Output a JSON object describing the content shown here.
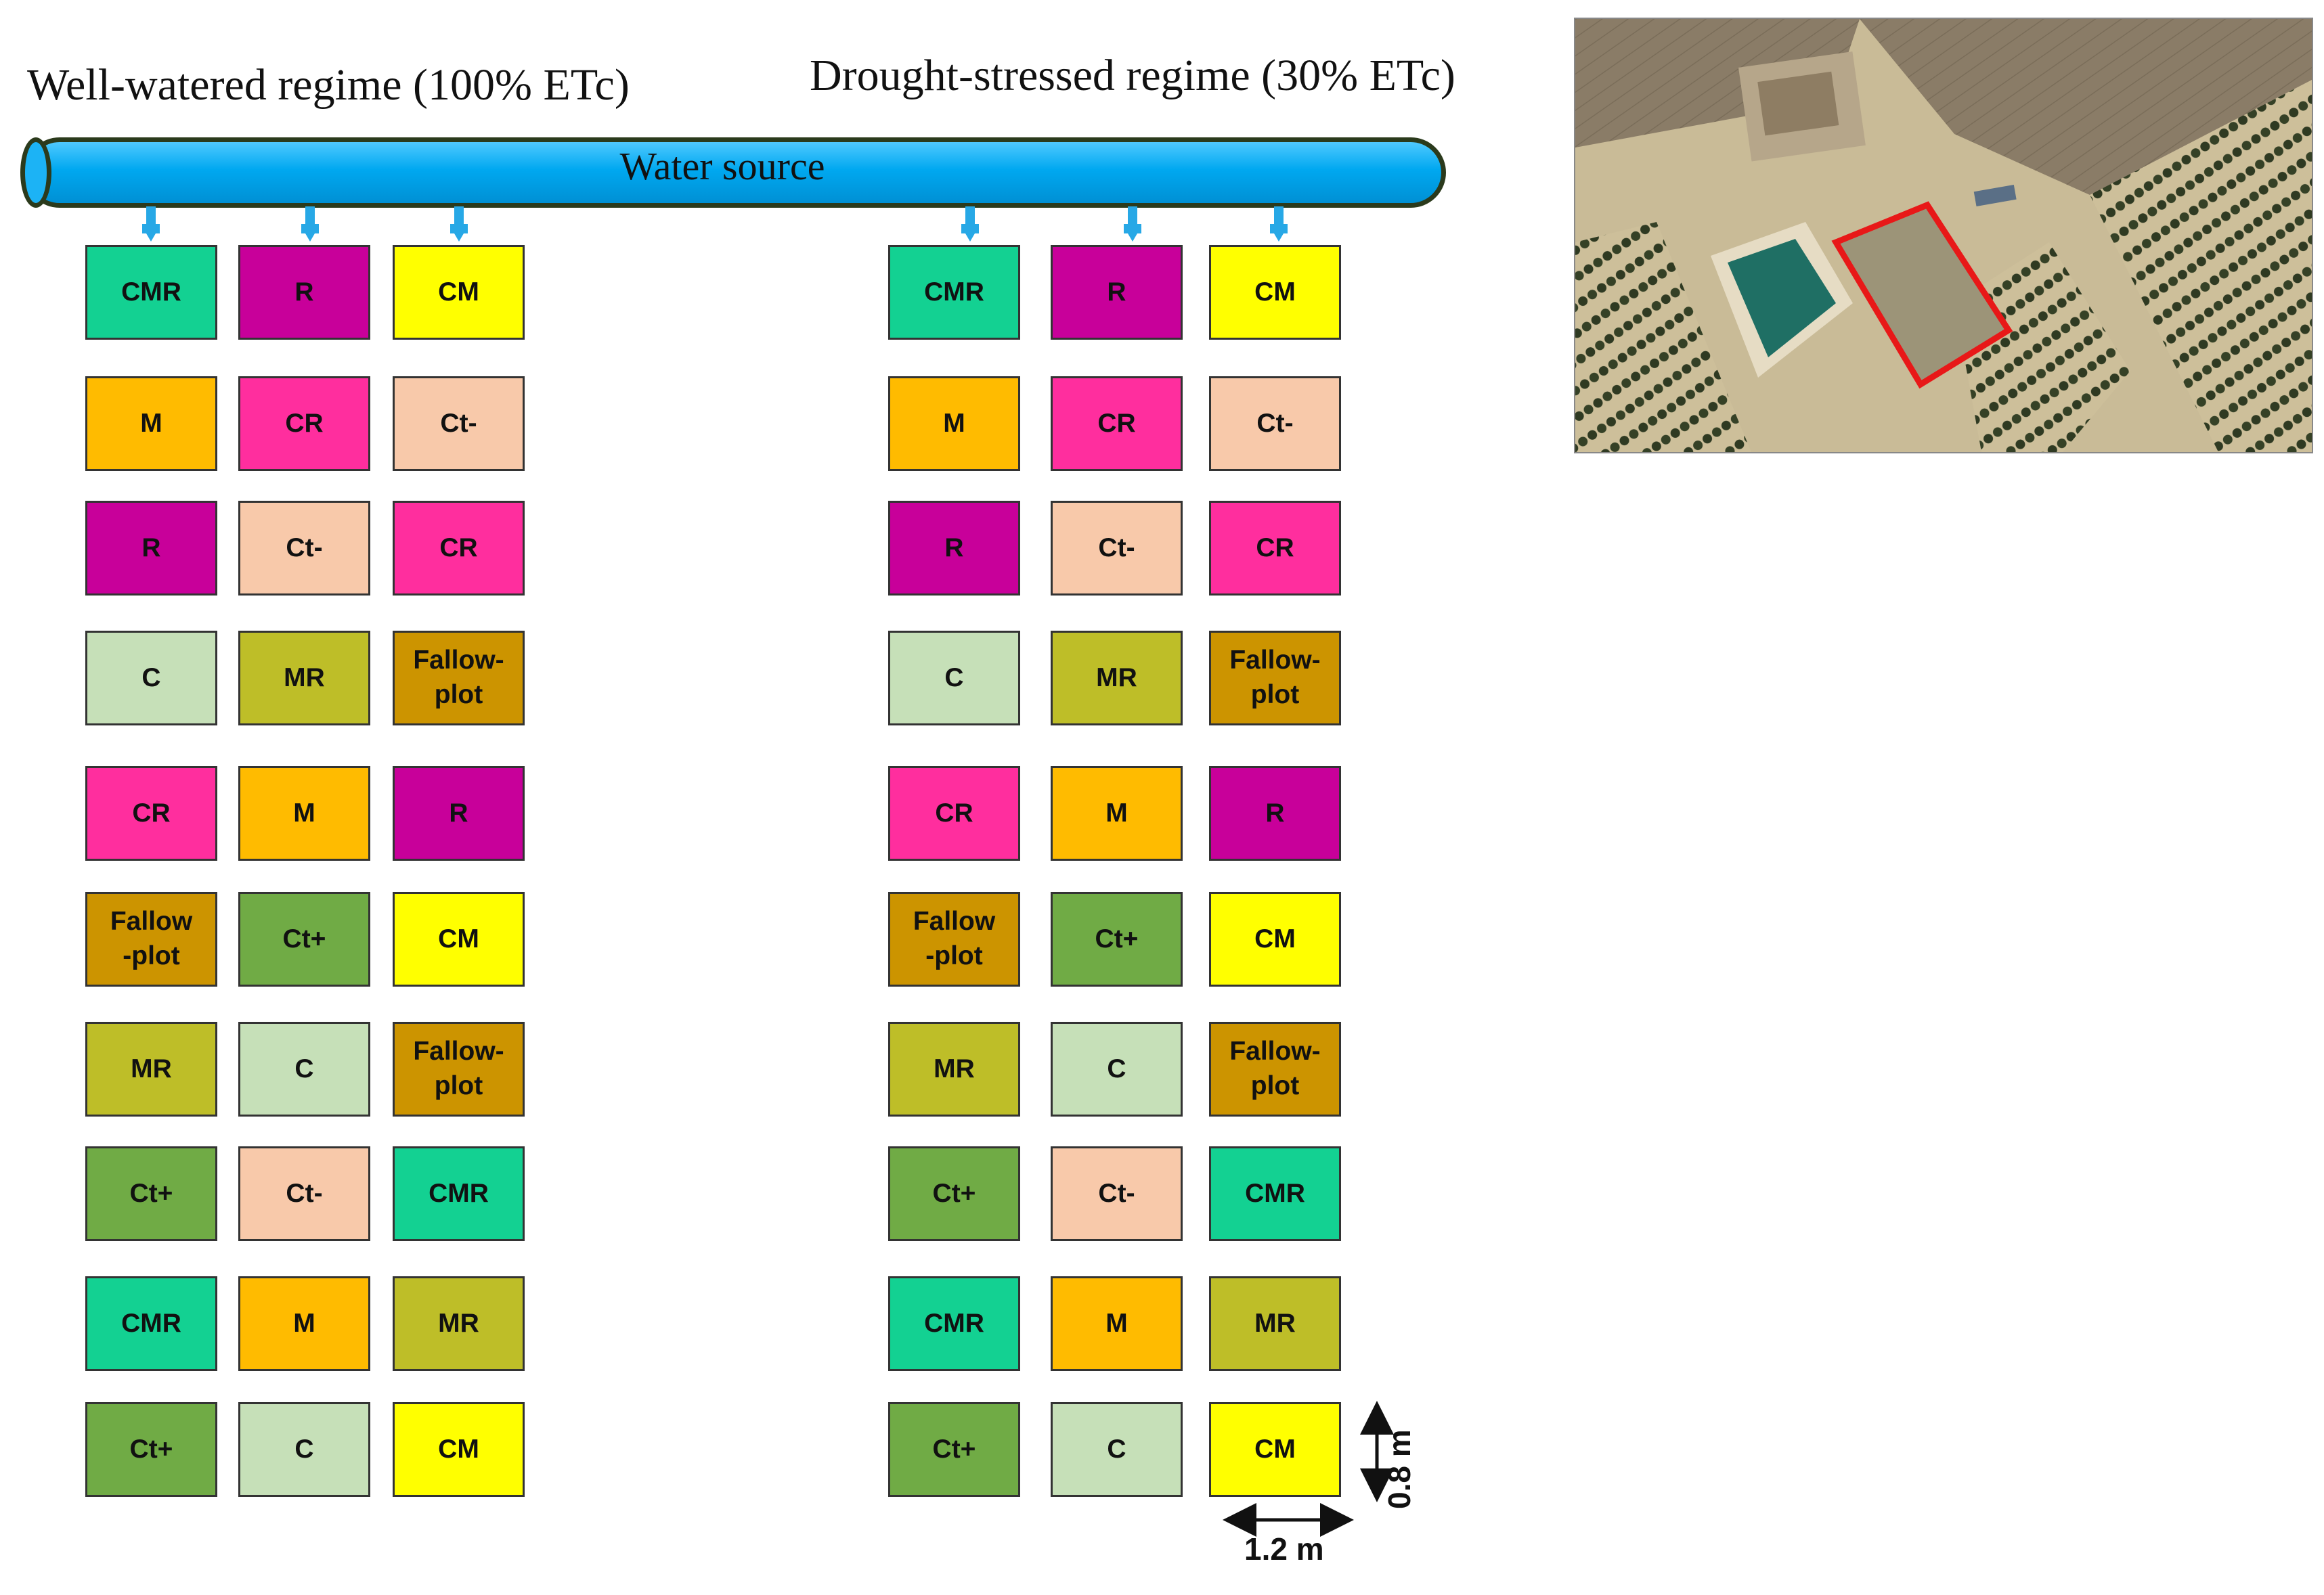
{
  "regimes": {
    "well_watered": "Well-watered regime (100% ETc)",
    "drought_stressed": "Drought-stressed regime (30% ETc)"
  },
  "pipe_label": "Water source",
  "colors": {
    "CMR": "#13d192",
    "R": "#c8009a",
    "CM": "#ffff00",
    "M": "#ffbb00",
    "CR": "#ff2e9e",
    "Ct-": "#f8c9aa",
    "C": "#c6e0b8",
    "MR": "#bebe28",
    "Fallow": "#cc9400",
    "Ct+": "#70ab45",
    "pipe": "#00a8f0",
    "highlight": "#e81818"
  },
  "grids": {
    "well_watered": [
      [
        {
          "label": "CMR",
          "kind": "CMR"
        },
        {
          "label": "R",
          "kind": "R"
        },
        {
          "label": "CM",
          "kind": "CM"
        }
      ],
      [
        {
          "label": "M",
          "kind": "M"
        },
        {
          "label": "CR",
          "kind": "CR"
        },
        {
          "label": "Ct-",
          "kind": "Ct-"
        }
      ],
      [
        {
          "label": "R",
          "kind": "R"
        },
        {
          "label": "Ct-",
          "kind": "Ct-"
        },
        {
          "label": "CR",
          "kind": "CR"
        }
      ],
      [
        {
          "label": "C",
          "kind": "C"
        },
        {
          "label": "MR",
          "kind": "MR"
        },
        {
          "label": "Fallow-\nplot",
          "kind": "Fallow"
        }
      ],
      [
        {
          "label": "CR",
          "kind": "CR"
        },
        {
          "label": "M",
          "kind": "M"
        },
        {
          "label": "R",
          "kind": "R"
        }
      ],
      [
        {
          "label": "Fallow\n-plot",
          "kind": "Fallow"
        },
        {
          "label": "Ct+",
          "kind": "Ct+"
        },
        {
          "label": "CM",
          "kind": "CM"
        }
      ],
      [
        {
          "label": "MR",
          "kind": "MR"
        },
        {
          "label": "C",
          "kind": "C"
        },
        {
          "label": "Fallow-\nplot",
          "kind": "Fallow"
        }
      ],
      [
        {
          "label": "Ct+",
          "kind": "Ct+"
        },
        {
          "label": "Ct-",
          "kind": "Ct-"
        },
        {
          "label": "CMR",
          "kind": "CMR"
        }
      ],
      [
        {
          "label": "CMR",
          "kind": "CMR"
        },
        {
          "label": "M",
          "kind": "M"
        },
        {
          "label": "MR",
          "kind": "MR"
        }
      ],
      [
        {
          "label": "Ct+",
          "kind": "Ct+"
        },
        {
          "label": "C",
          "kind": "C"
        },
        {
          "label": "CM",
          "kind": "CM"
        }
      ]
    ],
    "drought_stressed": [
      [
        {
          "label": "CMR",
          "kind": "CMR"
        },
        {
          "label": "R",
          "kind": "R"
        },
        {
          "label": "CM",
          "kind": "CM"
        }
      ],
      [
        {
          "label": "M",
          "kind": "M"
        },
        {
          "label": "CR",
          "kind": "CR"
        },
        {
          "label": "Ct-",
          "kind": "Ct-"
        }
      ],
      [
        {
          "label": "R",
          "kind": "R"
        },
        {
          "label": "Ct-",
          "kind": "Ct-"
        },
        {
          "label": "CR",
          "kind": "CR"
        }
      ],
      [
        {
          "label": "C",
          "kind": "C"
        },
        {
          "label": "MR",
          "kind": "MR"
        },
        {
          "label": "Fallow-\nplot",
          "kind": "Fallow"
        }
      ],
      [
        {
          "label": "CR",
          "kind": "CR"
        },
        {
          "label": "M",
          "kind": "M"
        },
        {
          "label": "R",
          "kind": "R"
        }
      ],
      [
        {
          "label": "Fallow\n-plot",
          "kind": "Fallow"
        },
        {
          "label": "Ct+",
          "kind": "Ct+"
        },
        {
          "label": "CM",
          "kind": "CM"
        }
      ],
      [
        {
          "label": "MR",
          "kind": "MR"
        },
        {
          "label": "C",
          "kind": "C"
        },
        {
          "label": "Fallow-\nplot",
          "kind": "Fallow"
        }
      ],
      [
        {
          "label": "Ct+",
          "kind": "Ct+"
        },
        {
          "label": "Ct-",
          "kind": "Ct-"
        },
        {
          "label": "CMR",
          "kind": "CMR"
        }
      ],
      [
        {
          "label": "CMR",
          "kind": "CMR"
        },
        {
          "label": "M",
          "kind": "M"
        },
        {
          "label": "MR",
          "kind": "MR"
        }
      ],
      [
        {
          "label": "Ct+",
          "kind": "Ct+"
        },
        {
          "label": "C",
          "kind": "C"
        },
        {
          "label": "CM",
          "kind": "CM"
        }
      ]
    ]
  },
  "dimensions": {
    "width": "1.2 m",
    "height": "0.8 m"
  }
}
